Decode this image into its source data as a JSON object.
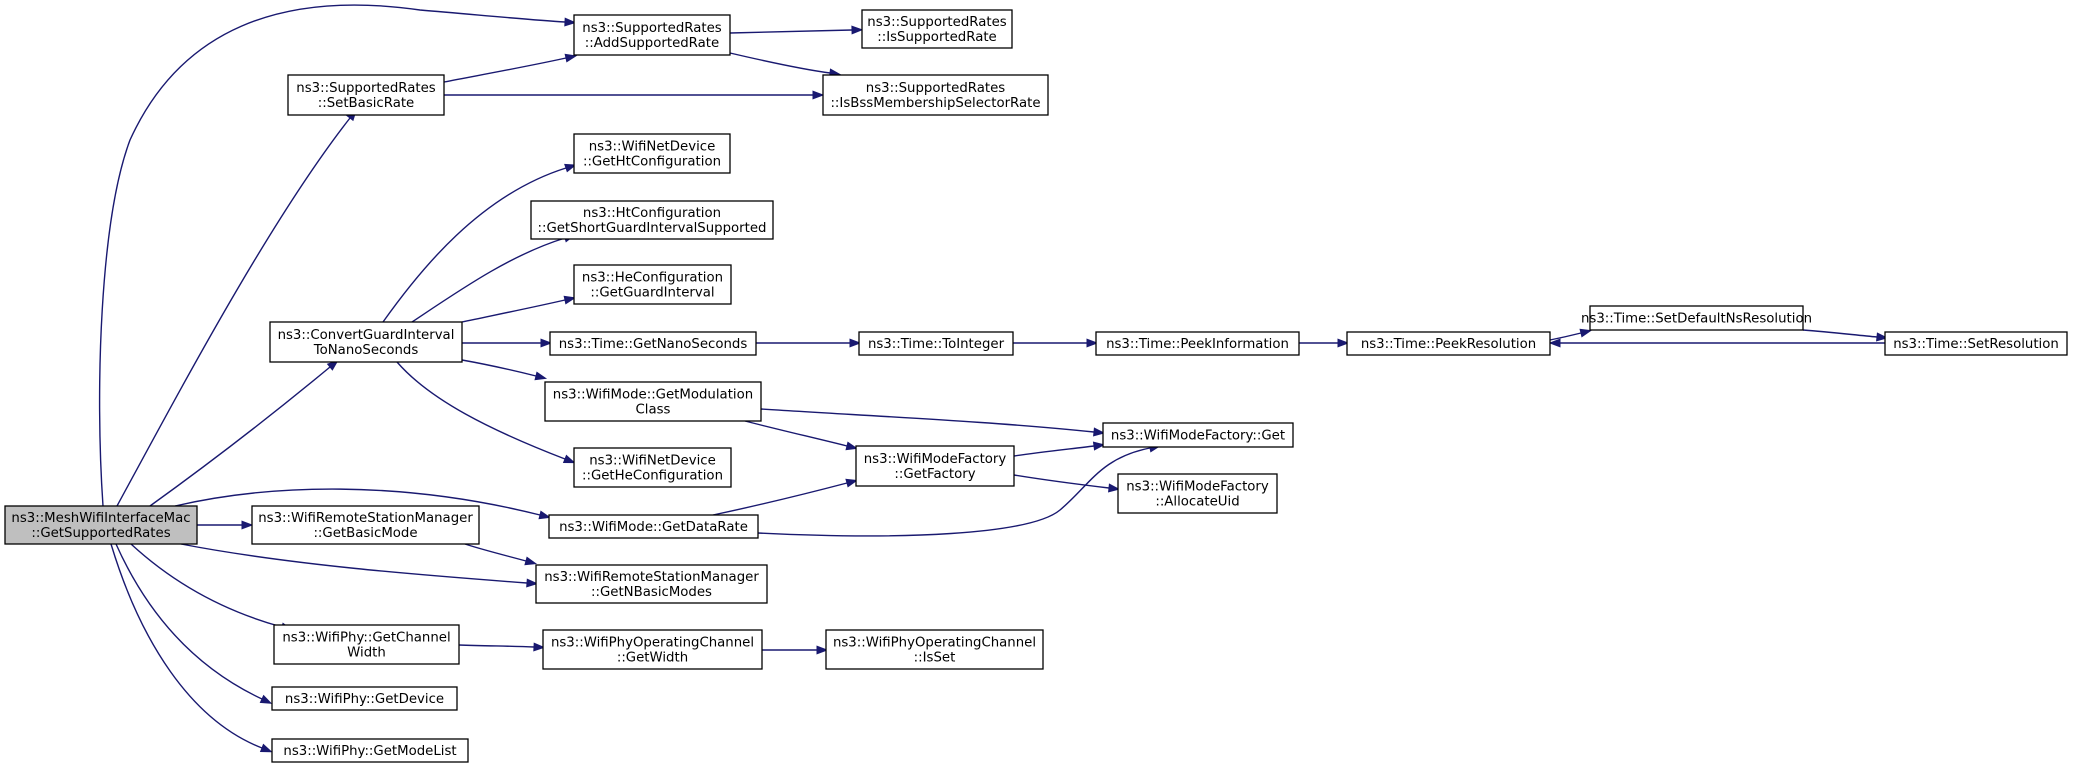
{
  "graph": {
    "type": "call-graph",
    "root": "n0",
    "colors": {
      "edge": "#191970",
      "node_border": "#000000",
      "root_fill": "#bfbfbf",
      "node_fill": "#ffffff"
    },
    "nodes": [
      {
        "id": "n0",
        "lines": [
          "ns3::MeshWifiInterfaceMac",
          "::GetSupportedRates"
        ],
        "root": true
      },
      {
        "id": "n1",
        "lines": [
          "ns3::SupportedRates",
          "::AddSupportedRate"
        ]
      },
      {
        "id": "n2",
        "lines": [
          "ns3::SupportedRates",
          "::IsSupportedRate"
        ]
      },
      {
        "id": "n3",
        "lines": [
          "ns3::SupportedRates",
          "::SetBasicRate"
        ]
      },
      {
        "id": "n4",
        "lines": [
          "ns3::SupportedRates",
          "::IsBssMembershipSelectorRate"
        ]
      },
      {
        "id": "n5",
        "lines": [
          "ns3::WifiNetDevice",
          "::GetHtConfiguration"
        ]
      },
      {
        "id": "n6",
        "lines": [
          "ns3::HtConfiguration",
          "::GetShortGuardIntervalSupported"
        ]
      },
      {
        "id": "n7",
        "lines": [
          "ns3::HeConfiguration",
          "::GetGuardInterval"
        ]
      },
      {
        "id": "n8",
        "lines": [
          "ns3::ConvertGuardInterval",
          "ToNanoSeconds"
        ]
      },
      {
        "id": "n9",
        "lines": [
          "ns3::Time::GetNanoSeconds"
        ]
      },
      {
        "id": "n10",
        "lines": [
          "ns3::Time::ToInteger"
        ]
      },
      {
        "id": "n11",
        "lines": [
          "ns3::Time::PeekInformation"
        ]
      },
      {
        "id": "n12",
        "lines": [
          "ns3::Time::PeekResolution"
        ]
      },
      {
        "id": "n13",
        "lines": [
          "ns3::Time::SetDefaultNsResolution"
        ]
      },
      {
        "id": "n14",
        "lines": [
          "ns3::Time::SetResolution"
        ]
      },
      {
        "id": "n15",
        "lines": [
          "ns3::WifiMode::GetModulation",
          "Class"
        ]
      },
      {
        "id": "n16",
        "lines": [
          "ns3::WifiModeFactory::Get"
        ]
      },
      {
        "id": "n17",
        "lines": [
          "ns3::WifiModeFactory",
          "::GetFactory"
        ]
      },
      {
        "id": "n18",
        "lines": [
          "ns3::WifiNetDevice",
          "::GetHeConfiguration"
        ]
      },
      {
        "id": "n19",
        "lines": [
          "ns3::WifiModeFactory",
          "::AllocateUid"
        ]
      },
      {
        "id": "n20",
        "lines": [
          "ns3::WifiRemoteStationManager",
          "::GetBasicMode"
        ]
      },
      {
        "id": "n21",
        "lines": [
          "ns3::WifiMode::GetDataRate"
        ]
      },
      {
        "id": "n22",
        "lines": [
          "ns3::WifiRemoteStationManager",
          "::GetNBasicModes"
        ]
      },
      {
        "id": "n23",
        "lines": [
          "ns3::WifiPhy::GetChannel",
          "Width"
        ]
      },
      {
        "id": "n24",
        "lines": [
          "ns3::WifiPhyOperatingChannel",
          "::GetWidth"
        ]
      },
      {
        "id": "n25",
        "lines": [
          "ns3::WifiPhyOperatingChannel",
          "::IsSet"
        ]
      },
      {
        "id": "n26",
        "lines": [
          "ns3::WifiPhy::GetDevice"
        ]
      },
      {
        "id": "n27",
        "lines": [
          "ns3::WifiPhy::GetModeList"
        ]
      }
    ],
    "edges": [
      {
        "from": "n0",
        "to": "n1"
      },
      {
        "from": "n1",
        "to": "n2"
      },
      {
        "from": "n1",
        "to": "n4"
      },
      {
        "from": "n0",
        "to": "n3"
      },
      {
        "from": "n3",
        "to": "n1"
      },
      {
        "from": "n3",
        "to": "n4"
      },
      {
        "from": "n0",
        "to": "n8"
      },
      {
        "from": "n8",
        "to": "n5"
      },
      {
        "from": "n8",
        "to": "n6"
      },
      {
        "from": "n8",
        "to": "n7"
      },
      {
        "from": "n8",
        "to": "n9"
      },
      {
        "from": "n9",
        "to": "n10"
      },
      {
        "from": "n10",
        "to": "n11"
      },
      {
        "from": "n11",
        "to": "n12"
      },
      {
        "from": "n12",
        "to": "n13"
      },
      {
        "from": "n13",
        "to": "n14"
      },
      {
        "from": "n14",
        "to": "n12"
      },
      {
        "from": "n8",
        "to": "n15"
      },
      {
        "from": "n15",
        "to": "n16"
      },
      {
        "from": "n15",
        "to": "n17"
      },
      {
        "from": "n17",
        "to": "n16"
      },
      {
        "from": "n17",
        "to": "n19"
      },
      {
        "from": "n8",
        "to": "n18"
      },
      {
        "from": "n0",
        "to": "n20"
      },
      {
        "from": "n20",
        "to": "n22"
      },
      {
        "from": "n0",
        "to": "n21"
      },
      {
        "from": "n21",
        "to": "n17"
      },
      {
        "from": "n21",
        "to": "n16"
      },
      {
        "from": "n0",
        "to": "n22"
      },
      {
        "from": "n0",
        "to": "n23"
      },
      {
        "from": "n23",
        "to": "n24"
      },
      {
        "from": "n24",
        "to": "n25"
      },
      {
        "from": "n0",
        "to": "n26"
      },
      {
        "from": "n0",
        "to": "n27"
      }
    ]
  }
}
